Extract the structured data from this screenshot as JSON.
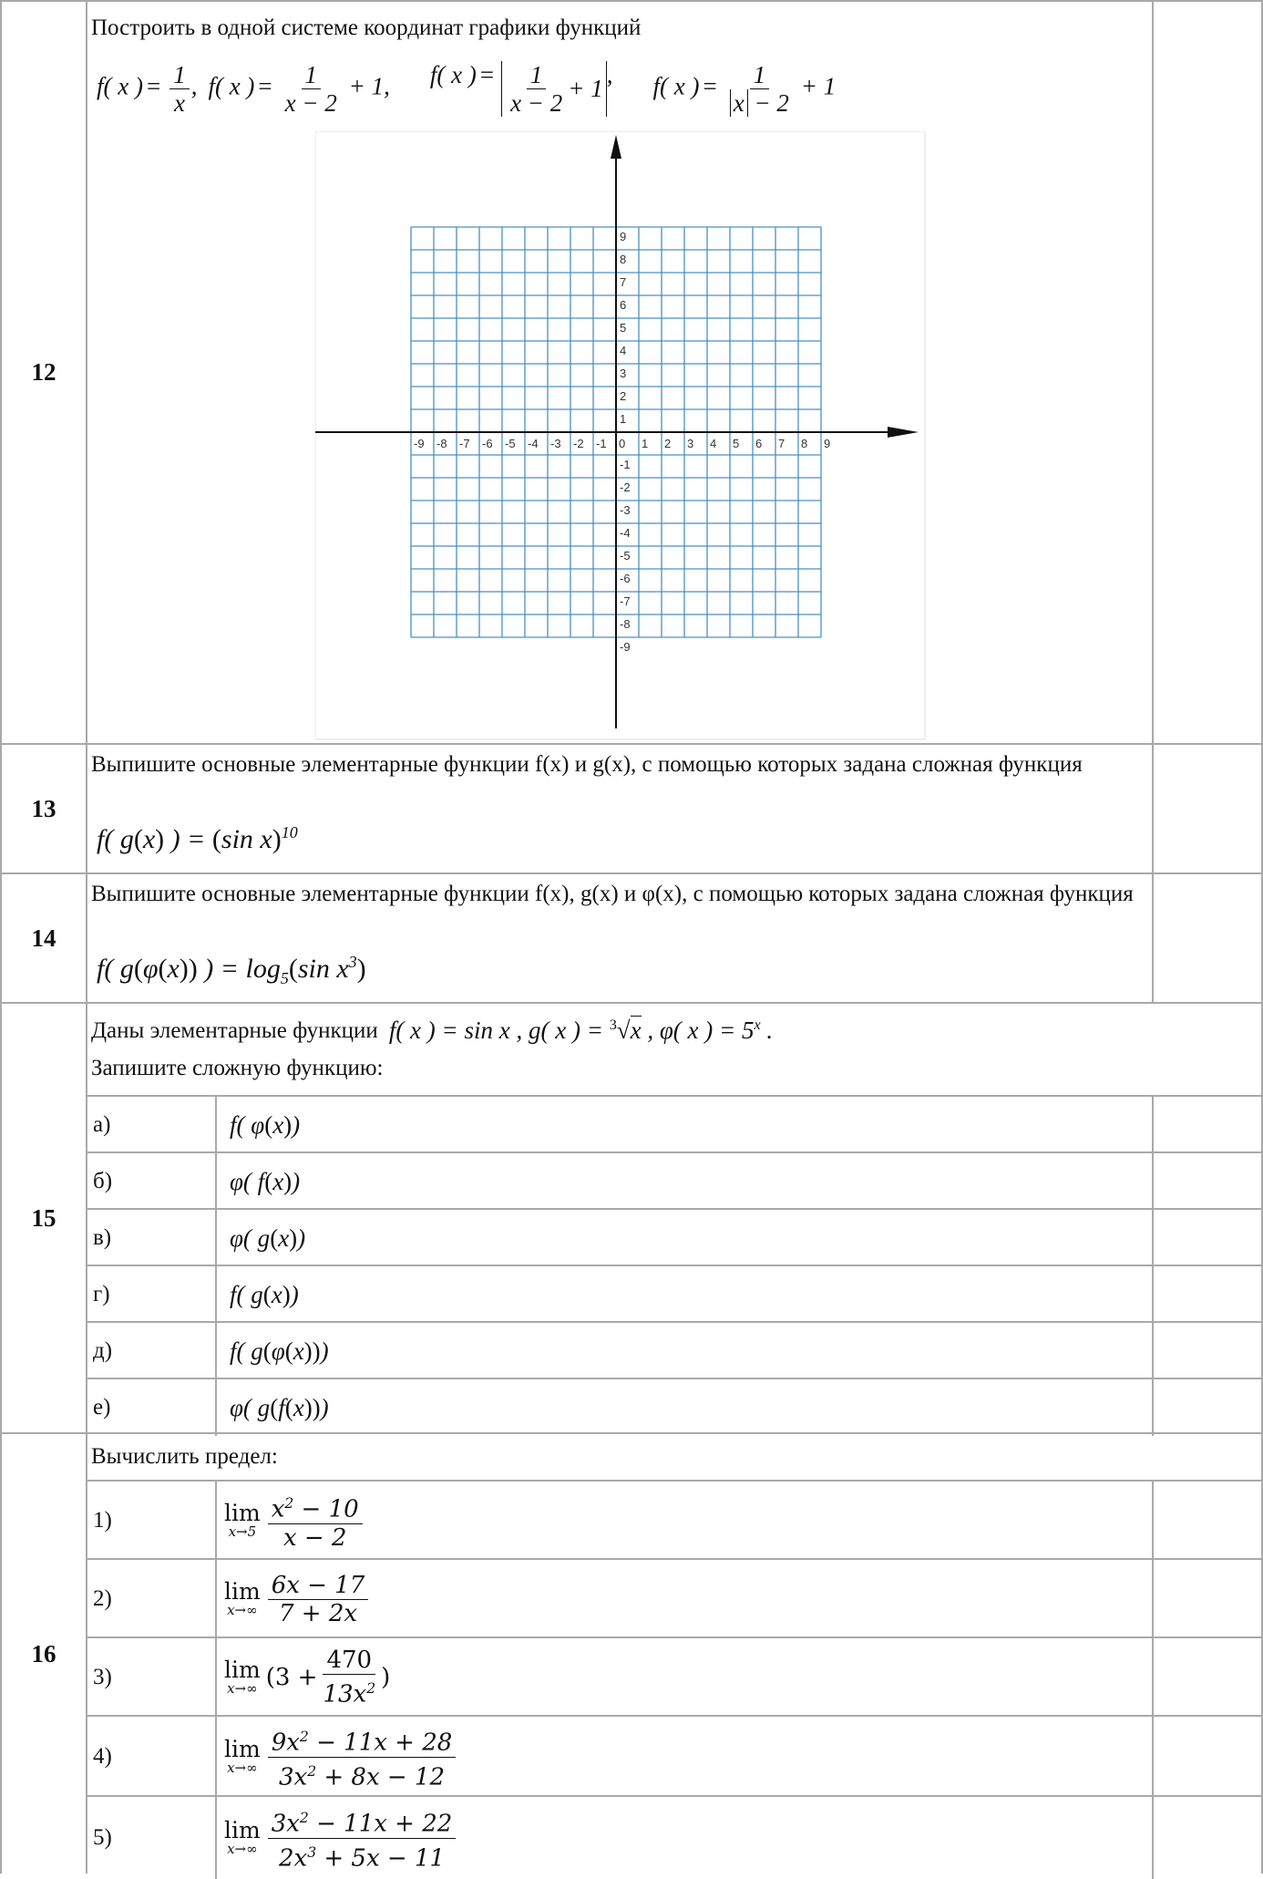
{
  "task12": {
    "number": "12",
    "instruction": "Построить в одной системе координат графики функций",
    "graph": {
      "x_ticks": [
        "-9",
        "-8",
        "-7",
        "-6",
        "-5",
        "-4",
        "-3",
        "-2",
        "-1",
        "0",
        "1",
        "2",
        "3",
        "4",
        "5",
        "6",
        "7",
        "8",
        "9"
      ],
      "y_ticks_pos": [
        "9",
        "8",
        "7",
        "6",
        "5",
        "4",
        "3",
        "2",
        "1"
      ],
      "y_ticks_neg": [
        "-1",
        "-2",
        "-3",
        "-4",
        "-5",
        "-6",
        "-7",
        "-8",
        "-9"
      ],
      "grid_color": "#4a90c0"
    }
  },
  "task13": {
    "number": "13",
    "instruction": "Выпишите основные элементарные функции f(x) и g(x), с помощью которых задана сложная функция"
  },
  "task14": {
    "number": "14",
    "instruction": "Выпишите основные элементарные функции f(x), g(x) и φ(x), с помощью которых задана сложная функция"
  },
  "task15": {
    "number": "15",
    "intro": "Даны элементарные функции",
    "instruction2": "Запишите сложную функцию:",
    "items": [
      {
        "label": "а)"
      },
      {
        "label": "б)"
      },
      {
        "label": "в)"
      },
      {
        "label": "г)"
      },
      {
        "label": "д)"
      },
      {
        "label": "е)"
      }
    ]
  },
  "task16": {
    "number": "16",
    "instruction": "Вычислить предел:",
    "items": [
      {
        "label": "1)"
      },
      {
        "label": "2)"
      },
      {
        "label": "3)"
      },
      {
        "label": "4)"
      },
      {
        "label": "5)"
      }
    ]
  }
}
